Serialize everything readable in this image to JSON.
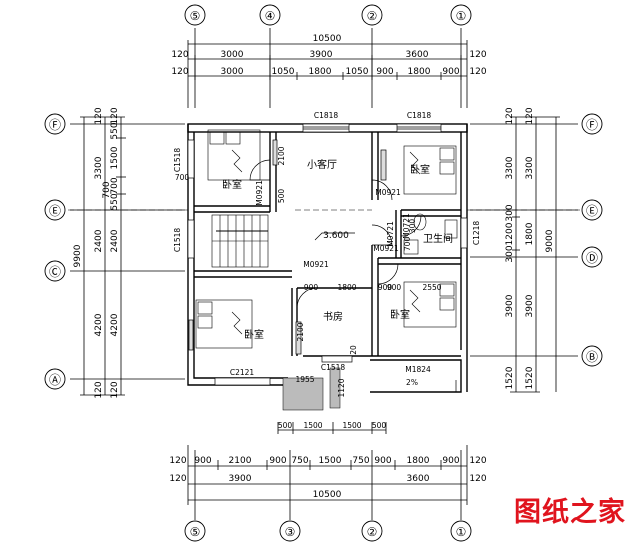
{
  "axes_top": [
    "⑤",
    "④",
    "②",
    "①"
  ],
  "axes_bottom": [
    "⑤",
    "③",
    "②",
    "①"
  ],
  "axes_left": [
    "Ⓕ",
    "Ⓔ",
    "Ⓒ",
    "Ⓐ"
  ],
  "axes_right": [
    "Ⓕ",
    "Ⓔ",
    "Ⓓ",
    "Ⓑ"
  ],
  "top_dims": {
    "total": "10500",
    "row2": [
      "120",
      "3000",
      "3900",
      "3600",
      "120"
    ],
    "row3": [
      "120",
      "3000",
      "1050",
      "1800",
      "1050",
      "900",
      "1800",
      "900",
      "120"
    ]
  },
  "bottom_dims": {
    "row1": [
      "120",
      "900",
      "2100",
      "900",
      "750",
      "1500",
      "750",
      "900",
      "1800",
      "900",
      "120"
    ],
    "row2": [
      "120",
      "3900",
      "3600",
      "120"
    ],
    "total": "10500",
    "stair": [
      "500",
      "1500",
      "1500",
      "500"
    ]
  },
  "left_dims": {
    "total": "9900",
    "row2": [
      "120",
      "3300",
      "2400",
      "4200",
      "120"
    ],
    "row3": [
      "120",
      "550",
      "1500",
      "700",
      "550",
      "700",
      "2400",
      "4200",
      "120"
    ]
  },
  "right_dims": {
    "total": "9000",
    "row2": [
      "120",
      "3300",
      "1800",
      "3900",
      "1520"
    ],
    "row3": [
      "120",
      "3300",
      "300",
      "1200",
      "300",
      "3900",
      "1520"
    ]
  },
  "rooms": {
    "bedroom_nw": "卧室",
    "living": "小客厅",
    "bedroom_ne": "卧室",
    "bathroom": "卫生间",
    "bedroom_sw": "卧室",
    "study": "书房",
    "bedroom_se": "卧室"
  },
  "labels": {
    "window_c1818_a": "C1818",
    "window_c1818_b": "C1818",
    "window_c1518_a": "C1518",
    "window_c1518_b": "C1518",
    "window_c1218": "C1218",
    "window_c2121": "C2121",
    "window_c1518_c": "C1518",
    "door_m0921_a": "M0921",
    "door_m0921_b": "M0921",
    "door_m0921_c": "M0921",
    "door_m0921_d": "M0921",
    "door_m0921_e": "M0921",
    "door_m0721": "M0721",
    "door_m0721_b": "M0721",
    "door_m1824": "M1824",
    "level": "3.600",
    "slope": "2%",
    "d2100_a": "2100",
    "d2100_b": "2100",
    "d900": "900",
    "d1800": "1800",
    "d900b": "900",
    "d2550": "2550",
    "d900c": "900",
    "d20": "20",
    "d1955": "1955",
    "d1120": "1120",
    "d700": "700",
    "d500": "500",
    "d700b": "700",
    "d300": "300"
  },
  "watermark": "图纸之家"
}
